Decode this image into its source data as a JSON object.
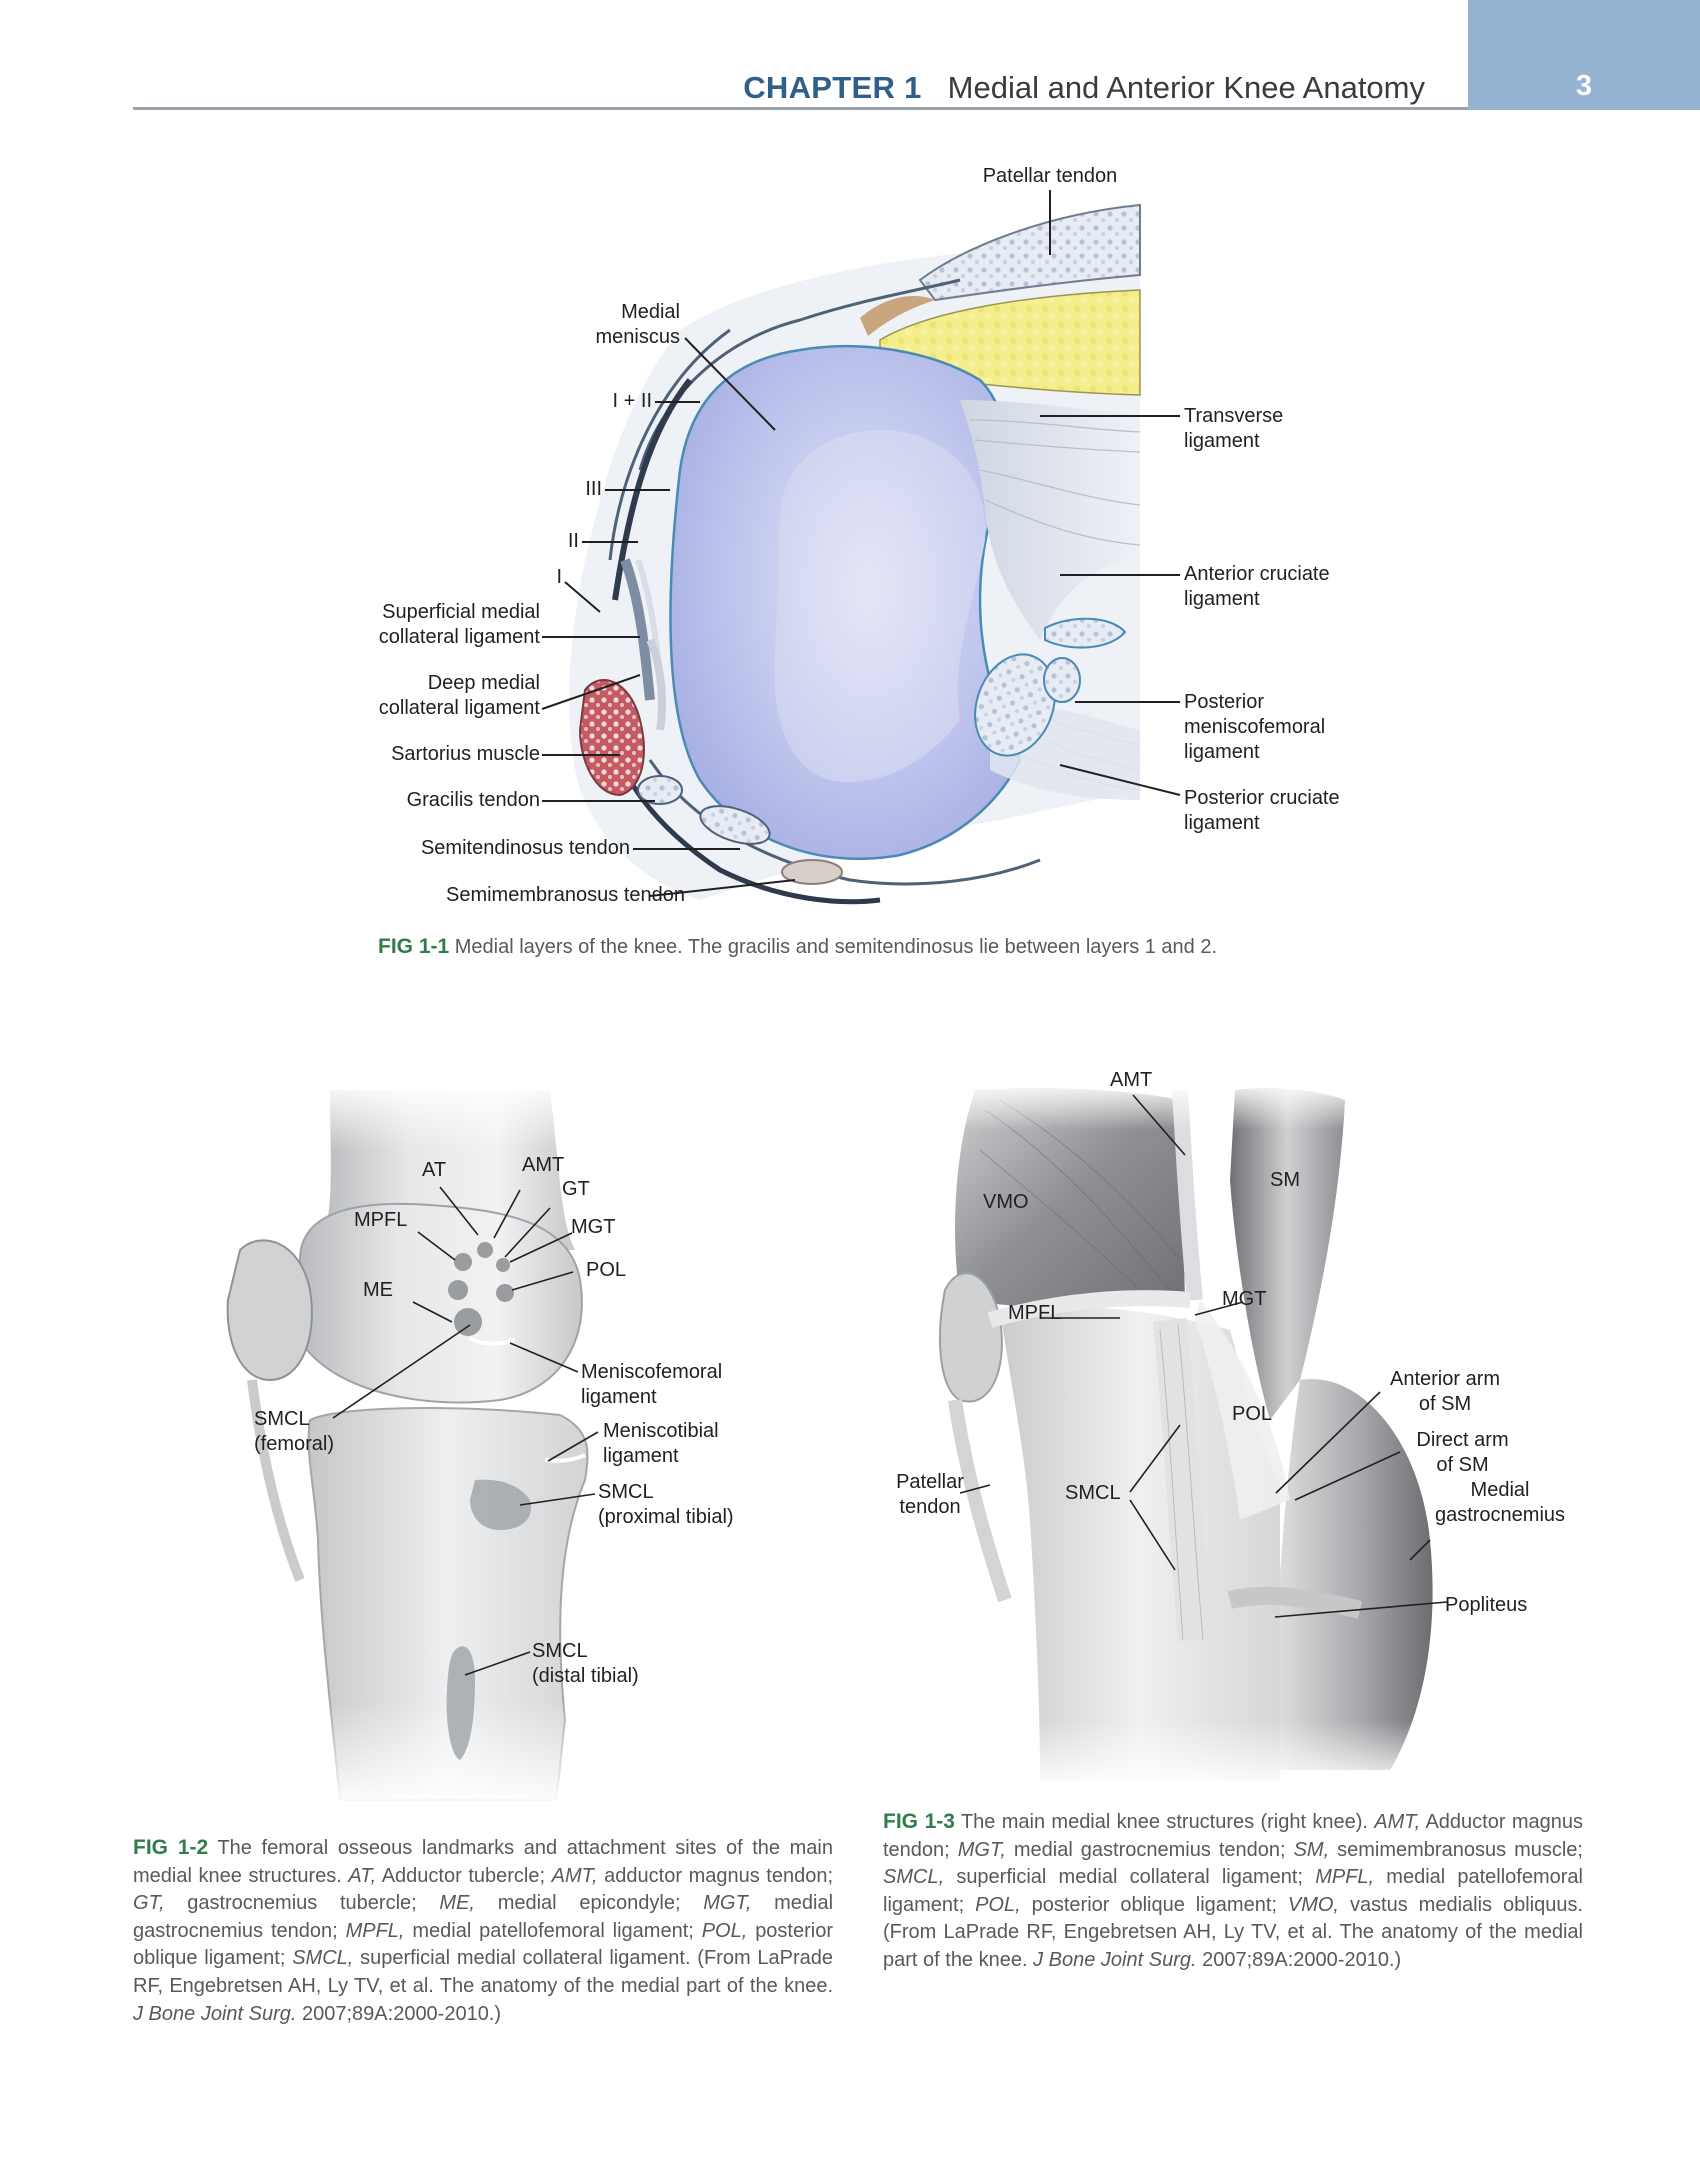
{
  "header": {
    "chapter_label": "CHAPTER 1",
    "chapter_title": "Medial and Anterior Knee Anatomy",
    "page_number": "3"
  },
  "fig1": {
    "labels": {
      "patellar_tendon": "Patellar tendon",
      "medial_meniscus": [
        "Medial",
        "meniscus"
      ],
      "layer_1_2": "I + II",
      "layer_3": "III",
      "layer_2": "II",
      "layer_1": "I",
      "smcl": [
        "Superficial medial",
        "collateral ligament"
      ],
      "dmcl": [
        "Deep medial",
        "collateral ligament"
      ],
      "sartorius": "Sartorius muscle",
      "gracilis": "Gracilis tendon",
      "semitendinosus": "Semitendinosus tendon",
      "semimembranosus": "Semimembranosus tendon",
      "transverse": [
        "Transverse",
        "ligament"
      ],
      "acl": [
        "Anterior cruciate",
        "ligament"
      ],
      "pmfl": [
        "Posterior",
        "meniscofemoral",
        "ligament"
      ],
      "pcl": [
        "Posterior cruciate",
        "ligament"
      ]
    },
    "caption": {
      "label": "FIG 1-1",
      "text": "Medial layers of the knee. The gracilis and semitendinosus lie between layers 1 and 2."
    }
  },
  "fig2": {
    "labels": {
      "at": "AT",
      "amt": "AMT",
      "gt": "GT",
      "mpfl": "MPFL",
      "mgt": "MGT",
      "pol": "POL",
      "me": "ME",
      "mfl": [
        "Meniscofemoral",
        "ligament"
      ],
      "smcl_fem": [
        "SMCL",
        "(femoral)"
      ],
      "mtl": [
        "Meniscotibial",
        "ligament"
      ],
      "smcl_prox": [
        "SMCL",
        "(proximal tibial)"
      ],
      "smcl_dist": [
        "SMCL",
        "(distal tibial)"
      ]
    },
    "caption": {
      "label": "FIG 1-2",
      "t1": "The femoral osseous landmarks and attachment sites of the main medial knee structures.",
      "a1": "AT,",
      "d1": "Adductor tubercle;",
      "a2": "AMT,",
      "d2": "adductor magnus tendon;",
      "a3": "GT,",
      "d3": "gastrocnemius tubercle;",
      "a4": "ME,",
      "d4": "medial epicondyle;",
      "a5": "MGT,",
      "d5": "medial gastrocnemius tendon;",
      "a6": "MPFL,",
      "d6": "medial patellofemoral ligament;",
      "a7": "POL,",
      "d7": "posterior oblique ligament;",
      "a8": "SMCL,",
      "d8": "superficial medial collateral ligament. (From LaPrade RF, Engebretsen AH, Ly TV, et al. The anatomy of the medial part of the knee.",
      "journal": "J Bone Joint Surg.",
      "cite": "2007;89A:2000-2010.)"
    }
  },
  "fig3": {
    "labels": {
      "amt": "AMT",
      "vmo": "VMO",
      "sm": "SM",
      "mpfl": "MPFL",
      "mgt": "MGT",
      "ant_arm": [
        "Anterior arm",
        "of SM"
      ],
      "pol": "POL",
      "direct_arm": [
        "Direct arm",
        "of SM"
      ],
      "patellar": [
        "Patellar",
        "tendon"
      ],
      "smcl": "SMCL",
      "med_gastroc": [
        "Medial",
        "gastrocnemius"
      ],
      "popliteus": "Popliteus"
    },
    "caption": {
      "label": "FIG 1-3",
      "t1": "The main medial knee structures (right knee).",
      "a1": "AMT,",
      "d1": "Adductor magnus tendon;",
      "a2": "MGT,",
      "d2": "medial gastrocnemius tendon;",
      "a3": "SM,",
      "d3": "semimembranosus muscle;",
      "a4": "SMCL,",
      "d4": "superficial medial collateral ligament;",
      "a5": "MPFL,",
      "d5": "medial patellofemoral ligament;",
      "a6": "POL,",
      "d6": "posterior oblique ligament;",
      "a7": "VMO,",
      "d7": "vastus medialis obliquus. (From LaPrade RF, Engebretsen AH, Ly TV, et al. The anatomy of the medial part of the knee.",
      "journal": "J Bone Joint Surg.",
      "cite": "2007;89A:2000-2010.)"
    }
  },
  "colors": {
    "header_tab": "#94b3d3",
    "chapter_blue": "#2f5f8a",
    "figure_label_green": "#2e7d4a",
    "meniscus_blue": "#c5cbef",
    "fat_yellow": "#f3ee87",
    "muscle_red": "#b8444d"
  }
}
